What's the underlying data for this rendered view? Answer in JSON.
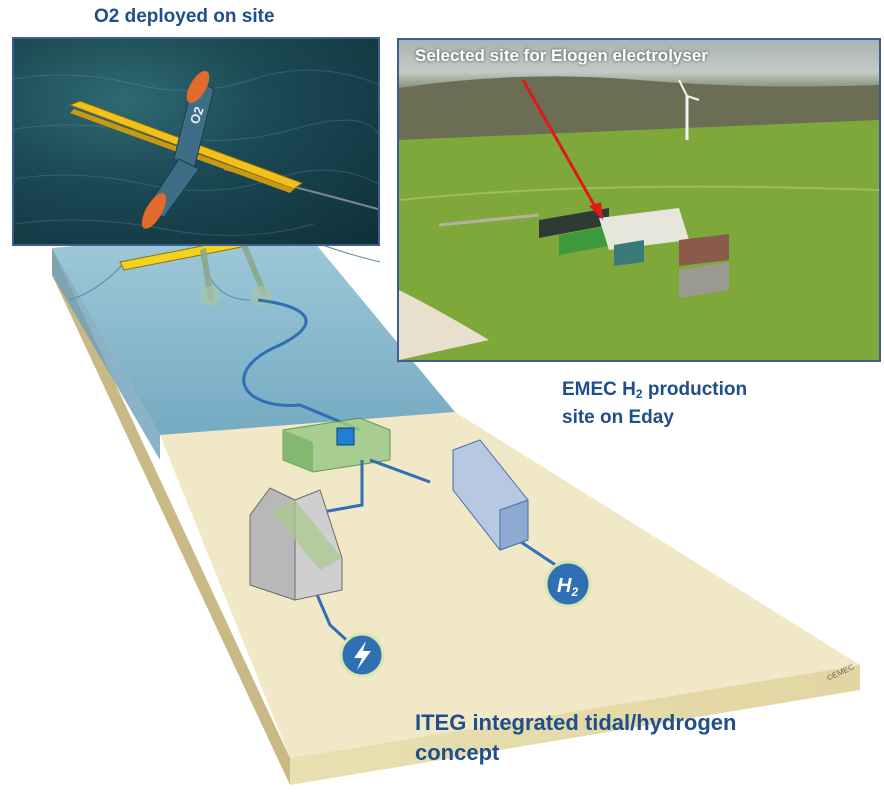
{
  "labels": {
    "o2_title": "O2 deployed on site",
    "site_caption": "Selected site for Elogen electrolyser",
    "emec_title_line1_pre": "EMEC H",
    "emec_title_line1_sub": "2",
    "emec_title_line1_post": " production",
    "emec_title_line2": "site on Eday",
    "iteg_title_line1": "ITEG integrated tidal/hydrogen",
    "iteg_title_line2": "concept",
    "emec_credit": "©EMEC",
    "turbine_hull_text": "O2",
    "h2_icon_text": "H2"
  },
  "icons": {
    "h2": "h2-icon",
    "power": "lightning-bolt-icon"
  },
  "colors": {
    "title_blue": "#1f4e8c",
    "cable_blue": "#2f6fb3",
    "sea": "#7fb2c9",
    "land": "#ebe3bd",
    "turbine_yellow": "#f4d21f",
    "arrow_red": "#e01818"
  }
}
